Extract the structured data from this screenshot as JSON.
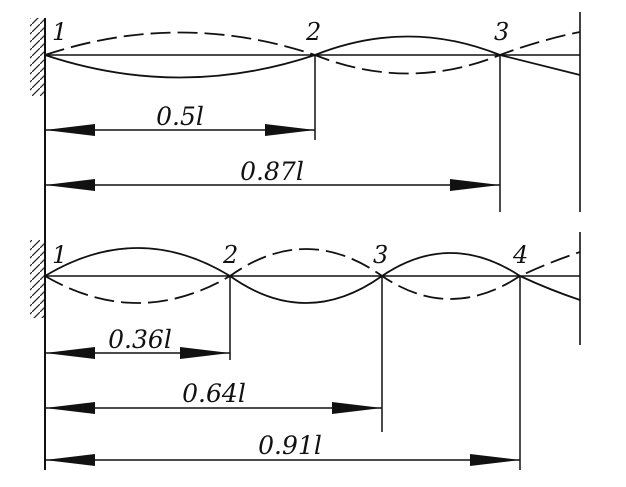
{
  "diagram_1": {
    "nodes": [
      "1",
      "2",
      "3"
    ],
    "dimensions": [
      {
        "label": "0.5l"
      },
      {
        "label": "0.87l"
      }
    ]
  },
  "diagram_2": {
    "nodes": [
      "1",
      "2",
      "3",
      "4"
    ],
    "dimensions": [
      {
        "label": "0.36l"
      },
      {
        "label": "0.64l"
      },
      {
        "label": "0.91l"
      }
    ]
  }
}
